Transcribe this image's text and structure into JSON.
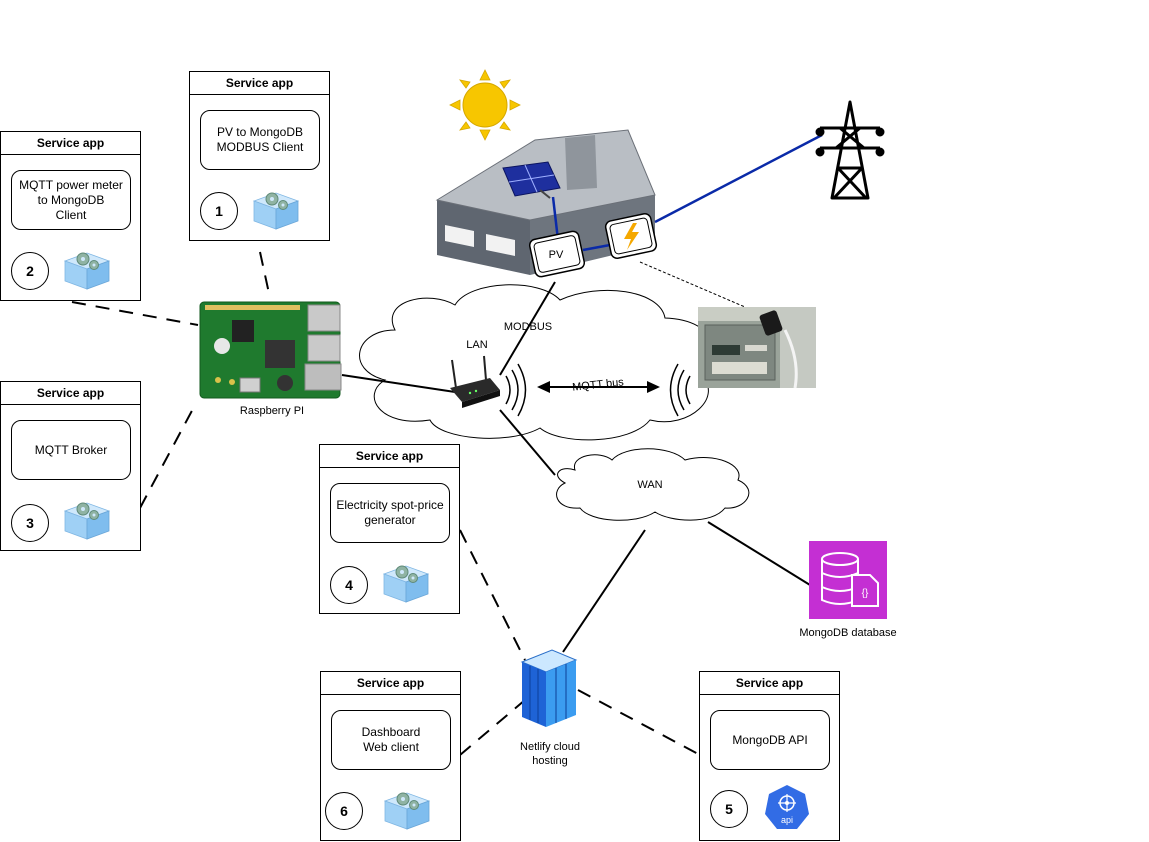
{
  "service_header": "Service app",
  "services": [
    {
      "id": "pv-modbus",
      "badge": "1",
      "label": "PV to MongoDB\nMODBUS Client",
      "icon": "gear-cube-icon"
    },
    {
      "id": "mqtt-meter",
      "badge": "2",
      "label": "MQTT power meter\nto MongoDB\nClient",
      "icon": "gear-cube-icon"
    },
    {
      "id": "mqtt-broker",
      "badge": "3",
      "label": "MQTT Broker",
      "icon": "gear-cube-icon"
    },
    {
      "id": "spot-price",
      "badge": "4",
      "label": "Electricity spot-price\ngenerator",
      "icon": "gear-cube-icon"
    },
    {
      "id": "mongodb-api",
      "badge": "5",
      "label": "MongoDB API",
      "icon": "api-icon"
    },
    {
      "id": "dashboard",
      "badge": "6",
      "label": "Dashboard\nWeb client",
      "icon": "gear-cube-icon"
    }
  ],
  "nodes": {
    "raspberry": "Raspberry PI",
    "netlify": "Netlify cloud\nhosting",
    "mongodb": "MongoDB database",
    "wan": "WAN",
    "lan": "LAN",
    "modbus": "MODBUS",
    "mqtt_bus": "MQTT bus",
    "pv": "PV"
  },
  "colors": {
    "power_line": "#0a2aa8",
    "mongodb_bg": "#c42fd3",
    "sun": "#f7c600",
    "icon_blue": "#8ec6f0",
    "api_blue": "#326ce5",
    "bolt": "#f5a800"
  }
}
